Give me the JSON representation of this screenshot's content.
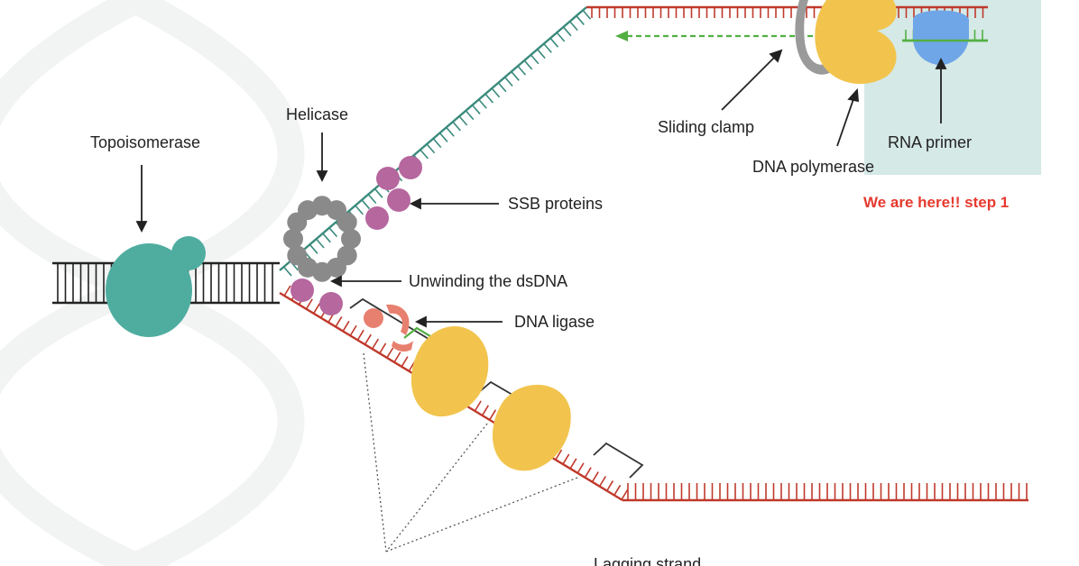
{
  "labels": {
    "topoisomerase": "Topoisomerase",
    "helicase": "Helicase",
    "ssb_proteins": "SSB proteins",
    "unwinding": "Unwinding the dsDNA",
    "dna_ligase": "DNA ligase",
    "sliding_clamp": "Sliding clamp",
    "dna_polymerase": "DNA polymerase",
    "rna_primer": "RNA primer",
    "lagging_strand": "Lagging strand"
  },
  "note": {
    "text": "We are here!! step 1",
    "color": "#e53a2f"
  },
  "colors": {
    "dsdna": "#222222",
    "leading_template": "#3a8a7c",
    "parental_red": "#c0392b",
    "topoisomerase": "#4fada0",
    "helicase": "#8a8a8a",
    "ssb": "#b5679e",
    "polymerase": "#f2c44e",
    "primer": "#6fa6e8",
    "highlight": "#d5e9e6",
    "new_strand": "#52b043",
    "ligase": "#e8806f",
    "clamp": "#9a9a9a",
    "watermark": "#f2f3f3"
  },
  "icons": {
    "background": "dna-helix-watermark"
  }
}
